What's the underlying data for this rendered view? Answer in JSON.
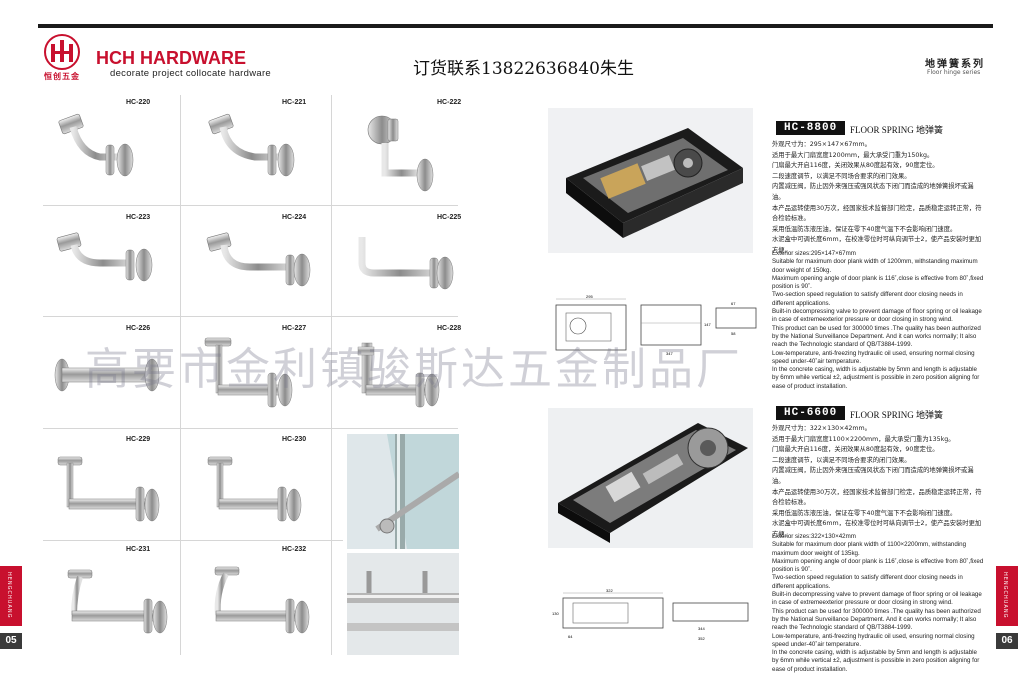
{
  "header": {
    "logo_cn": "恒创五金",
    "brand": "HCH HARDWARE",
    "brand_sub": "decorate project collocate hardware",
    "contact": "订货联系13822636840朱生",
    "series_cn": "地弹簧系列",
    "series_en": "Floor hinge series"
  },
  "products": [
    {
      "code": "HC-220"
    },
    {
      "code": "HC-221"
    },
    {
      "code": "HC-222"
    },
    {
      "code": "HC-223"
    },
    {
      "code": "HC-224"
    },
    {
      "code": "HC-225"
    },
    {
      "code": "HC-226"
    },
    {
      "code": "HC-227"
    },
    {
      "code": "HC-228"
    },
    {
      "code": "HC-229"
    },
    {
      "code": "HC-230"
    },
    {
      "code": "HC-231"
    },
    {
      "code": "HC-232"
    }
  ],
  "side_tabs": {
    "left_text": "HENGCHUANG",
    "left_page": "05",
    "right_text": "HENGCHUANG",
    "right_page": "06"
  },
  "watermark": "高要市金利镇骏斯达五金制品厂",
  "floor_springs": [
    {
      "model": "HC-8800",
      "name": "FLOOR SPRING 地弹簧",
      "cn_specs": [
        "外观尺寸为：295×147×67mm。",
        "适用于最大门扇宽度1200mm，最大承受门重为150kg。",
        "门扇最大开启116度，关闭效果从80度起有效，90度定位。",
        "二段速度调节，以满足不同场合要求的闭门效果。",
        "内置减压阀，防止因外来强压或强风状态下闭门而造成的地弹簧损坏或漏油。",
        "本产品运转使用30万次，经国家技术监督部门检定，品质稳定运转正常，符合检验标准。",
        "采用低温防冻液压油，保证在零下40度气温下不会影响闭门速度。",
        "水泥盒中可调长度6mm，在校准零位时可纵向调节士2，使产品安装时更加方便。"
      ],
      "en_specs": [
        "Exterior sizes:295×147×67mm",
        "Suitable for maximum door plank width of 1200mm, withstanding maximum door weight of 150kg.",
        "Maximum opening angle of door plank is 116˚,close is effective from 80˚,fixed position is 90˚.",
        "Two-section speed regulation to satisfy different door closing needs in different applications.",
        "Built-in decompressing valve to prevent damage of floor spring or oil leakage in case of extremeexterior pressure or door closing in strong wind.",
        "This product can be used for 300000 times .The quality has been authorized by the National Surveillance Department. And it can works normally; It also reach the Technologic standard of QB/T3884-1999.",
        "Low-temperature, anti-freezing hydraulic oil used, ensuring normal closing speed under-40˚air temperature.",
        "In the concrete casing, width is adjustable by 5mm and length is adjustable by 6mm while vertical ±2, adjustment is possible in zero position aligning for ease of product installation."
      ],
      "dims": [
        "295",
        "147",
        "67",
        "58",
        "347"
      ]
    },
    {
      "model": "HC-6600",
      "name": "FLOOR SPRING 地弹簧",
      "cn_specs": [
        "外观尺寸为：322×130×42mm。",
        "适用于最大门扇宽度1100×2200mm，最大承受门重为135kg。",
        "门扇最大开启116度，关闭效果从80度起有效，90度定位。",
        "二段速度调节，以满足不同场合要求的闭门效果。",
        "内置减压阀，防止因外来强压或强风状态下闭门而造成的地弹簧损坏或漏油。",
        "本产品运转使用30万次，经国家技术监督部门检定，品质稳定运转正常，符合检验标准。",
        "采用低温防冻液压油，保证在零下40度气温下不会影响闭门速度。",
        "水泥盒中可调长度6mm，在校准零位时可纵向调节士2，使产品安装时更加方便。"
      ],
      "en_specs": [
        "Exterior sizes:322×130×42mm",
        "Suitable for maximum door plank width of 1100×2200mm, withstanding maximum door weight of 135kg.",
        "Maximum opening angle of door plank is 116˚,close is effective from 80˚,fixed position is 90˚.",
        "Two-section speed regulation to satisfy different door closing needs in different applications.",
        "Built-in decompressing valve to prevent damage of floor spring or oil leakage in case of extremeexterior pressure or door closing in strong wind.",
        "This product can be used for 300000 times .The quality has been authorized by the National Surveillance Department. And it can works normally; It also reach the Technologic standard of QB/T3884-1999.",
        "Low-temperature, anti-freezing hydraulic oil used, ensuring normal closing speed under-40˚air temperature.",
        "In the concrete casing, width is adjustable by 5mm and length is adjustable by 6mm while vertical ±2, adjustment is possible in zero position aligning for ease of product installation."
      ],
      "dims": [
        "322",
        "130",
        "64",
        "344",
        "352"
      ]
    }
  ]
}
